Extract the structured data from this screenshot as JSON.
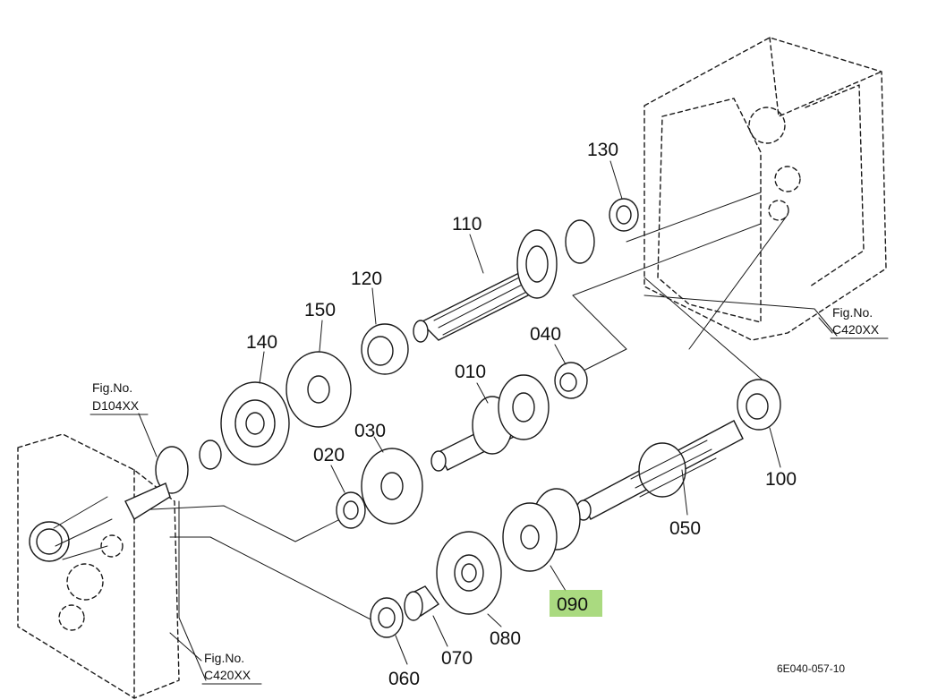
{
  "parts": {
    "p010": "010",
    "p020": "020",
    "p030": "030",
    "p040": "040",
    "p050": "050",
    "p060": "060",
    "p070": "070",
    "p080": "080",
    "p090": "090",
    "p100": "100",
    "p110": "110",
    "p120": "120",
    "p130": "130",
    "p140": "140",
    "p150": "150"
  },
  "references": {
    "right_top": {
      "label": "Fig.No.",
      "code": "C420XX"
    },
    "left_mid": {
      "label": "Fig.No.",
      "code": "D104XX"
    },
    "left_bottom": {
      "label": "Fig.No.",
      "code": "C420XX"
    }
  },
  "drawing_code": "6E040-057-10",
  "highlight_color": "#9bd46a"
}
